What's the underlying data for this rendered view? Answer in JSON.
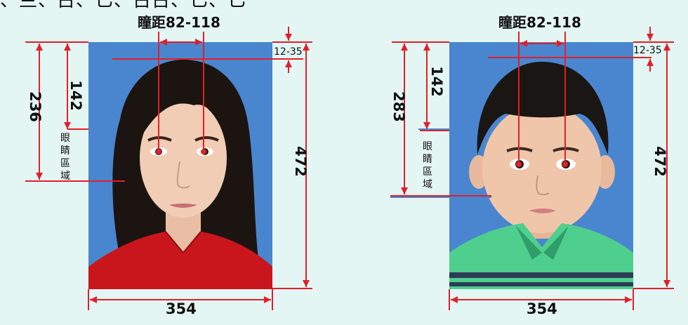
{
  "banner_text": "、兰、古、匕、古古、匕、匕",
  "panels": [
    {
      "subject": "woman",
      "pupil_distance": "瞳距82-118",
      "top_margin": "12-35",
      "head_top_to_eye": "142",
      "head_top_to_chin": "236",
      "eye_region": "眼睛區域",
      "height": "472",
      "width": "354",
      "colors": {
        "background": "#4a86cf",
        "hair": "#1c1410",
        "skin": "#f1cdb6",
        "clothes": "#c9151c",
        "guide": "#e0202a"
      }
    },
    {
      "subject": "boy",
      "pupil_distance": "瞳距82-118",
      "top_margin": "12-35",
      "head_top_to_eye": "142",
      "head_top_to_chin": "283",
      "eye_region": "眼睛區域",
      "height": "472",
      "width": "354",
      "colors": {
        "background": "#4a86cf",
        "hair": "#1a1614",
        "skin": "#f0c6ab",
        "clothes": "#4fcf8e",
        "guide": "#e0202a"
      }
    }
  ]
}
